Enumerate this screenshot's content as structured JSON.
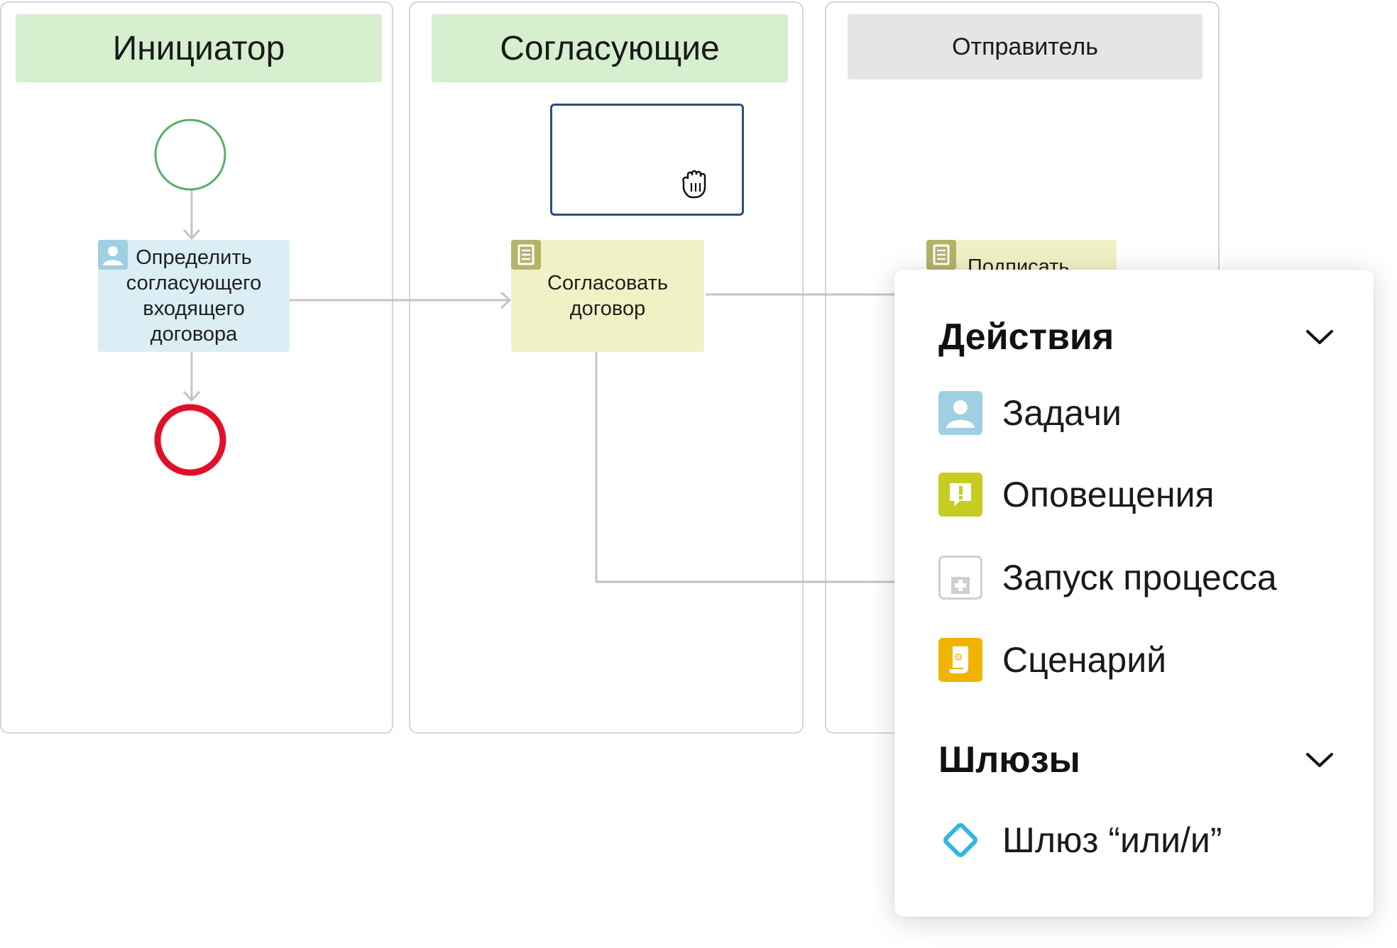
{
  "lanes": [
    {
      "title": "Инициатор"
    },
    {
      "title": "Согласующие"
    },
    {
      "title": "Отправитель"
    }
  ],
  "tasks": {
    "define_approver": "Определить согласующего входящего договора",
    "approve_contract": "Согласовать договор",
    "sign_partial": "Подписать"
  },
  "palette": {
    "actions_title": "Действия",
    "actions": [
      {
        "label": "Задачи",
        "icon": "user-task-icon",
        "color": "#9fcfe2"
      },
      {
        "label": "Оповещения",
        "icon": "notification-icon",
        "color": "#c6cc22"
      },
      {
        "label": "Запуск процесса",
        "icon": "process-launch-icon",
        "color": "#cfcfcf"
      },
      {
        "label": "Сценарий",
        "icon": "script-icon",
        "color": "#f0b400"
      }
    ],
    "gateways_title": "Шлюзы",
    "gateways": [
      {
        "label": "Шлюз “или/и”",
        "icon": "gateway-diamond-icon",
        "color": "#2fb6e6"
      }
    ]
  },
  "colors": {
    "lane_header_green": "#d6efcf",
    "lane_header_grey": "#e5e5e7",
    "start_event": "#5aaf64",
    "end_event": "#e0102a",
    "connector": "#c4c4c4",
    "drop_box_border": "#2c4f7c"
  }
}
